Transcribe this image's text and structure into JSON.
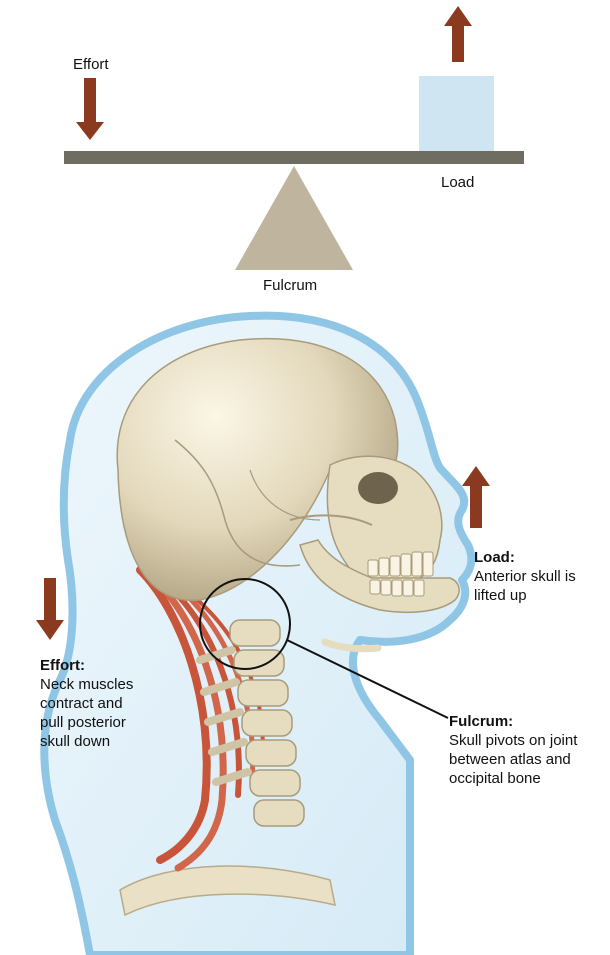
{
  "lever": {
    "effort_label": "Effort",
    "load_label": "Load",
    "fulcrum_label": "Fulcrum"
  },
  "annotations": {
    "load": {
      "title": "Load:",
      "lines": [
        "Anterior skull is",
        "lifted up"
      ]
    },
    "effort": {
      "title": "Effort:",
      "lines": [
        "Neck muscles",
        "contract and",
        "pull posterior",
        "skull down"
      ]
    },
    "fulcrum": {
      "title": "Fulcrum:",
      "lines": [
        "Skull pivots on joint",
        "between atlas and",
        "occipital bone"
      ]
    }
  },
  "colors": {
    "arrow": "#8b3a1f",
    "lever_bar": "#6f6c62",
    "fulcrum_triangle": "#bfb49e",
    "load_box": "#cfe6f2",
    "skin_outline": "#8fc6e6",
    "bone": "#e6dcc0",
    "muscle": "#c8553a"
  },
  "icons": [
    "arrow-down-icon",
    "arrow-up-icon"
  ]
}
